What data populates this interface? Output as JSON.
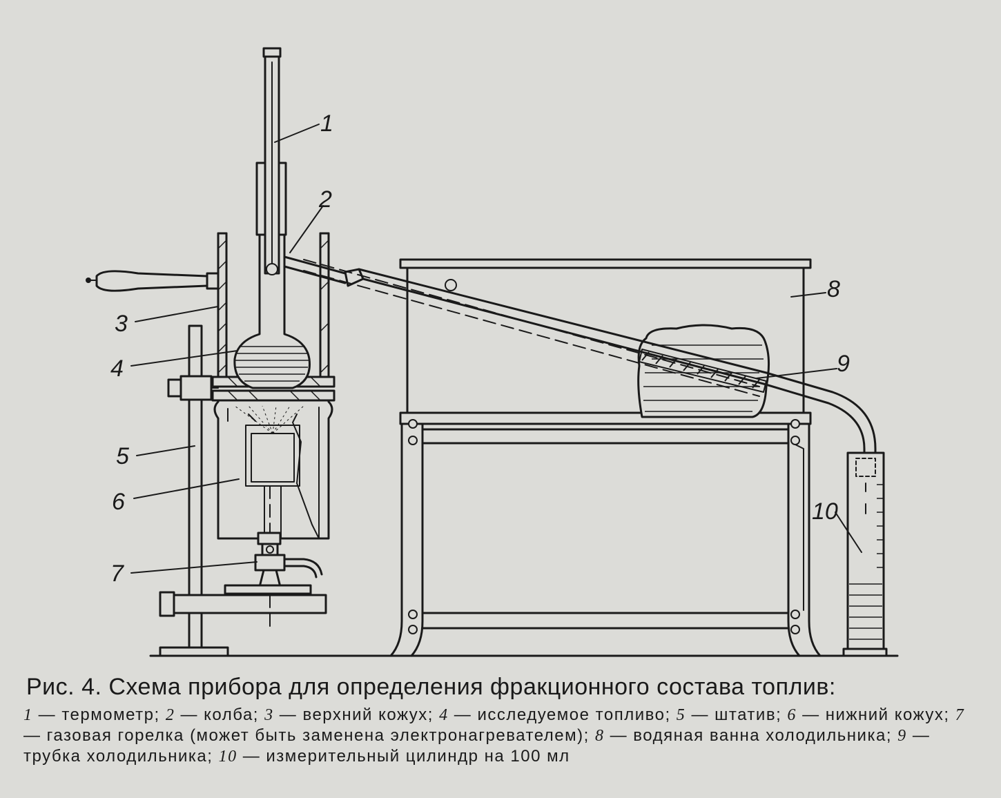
{
  "labels": {
    "l1": "1",
    "l2": "2",
    "l3": "3",
    "l4": "4",
    "l5": "5",
    "l6": "6",
    "l7": "7",
    "l8": "8",
    "l9": "9",
    "l10": "10"
  },
  "caption": {
    "title": "Рис. 4. Схема прибора для определения фракционного состава топлив:",
    "legend": [
      {
        "n": "1",
        "text": " — термометр; "
      },
      {
        "n": "2",
        "text": " — колба; "
      },
      {
        "n": "3",
        "text": " — верхний кожух; "
      },
      {
        "n": "4",
        "text": " — исследуемое топливо; "
      },
      {
        "n": "5",
        "text": " — штатив; "
      },
      {
        "n": "6",
        "text": " — нижний кожух; "
      },
      {
        "n": "7",
        "text": " — газовая горелка (может быть заменена электронагревателем); "
      },
      {
        "n": "8",
        "text": " — водяная ванна холодильника; "
      },
      {
        "n": "9",
        "text": " — трубка холодильника; "
      },
      {
        "n": "10",
        "text": " — измерительный цилиндр на 100 мл"
      }
    ]
  }
}
